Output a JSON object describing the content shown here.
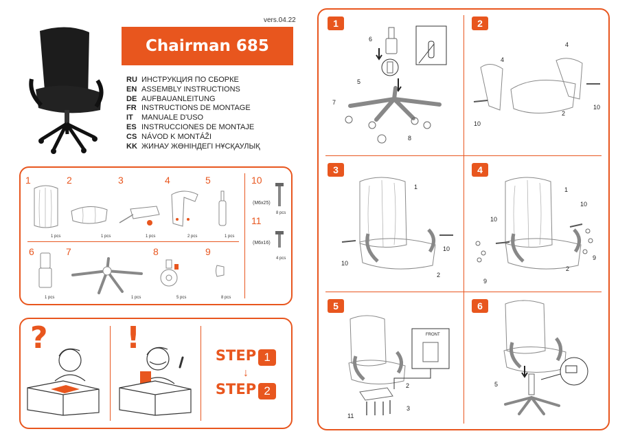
{
  "header": {
    "version": "vers.04.22",
    "title": "Chairman 685",
    "languages": [
      {
        "code": "RU",
        "text": "ИНСТРУКЦИЯ ПО СБОРКЕ"
      },
      {
        "code": "EN",
        "text": "ASSEMBLY INSTRUCTIONS"
      },
      {
        "code": "DE",
        "text": "AUFBAUANLEITUNG"
      },
      {
        "code": "FR",
        "text": "INSTRUCTIONS DE MONTAGE"
      },
      {
        "code": "IT",
        "text": "MANUALE D'USO"
      },
      {
        "code": "ES",
        "text": "INSTRUCCIONES DE MONTAJE"
      },
      {
        "code": "CS",
        "text": "NÁVOD K MONTÁŽI"
      },
      {
        "code": "KK",
        "text": "ЖИНАУ ЖӨНІНДЕГІ НҰСҚАУЛЫҚ"
      }
    ]
  },
  "parts": [
    {
      "num": "1",
      "qty": "1 pcs"
    },
    {
      "num": "2",
      "qty": "1 pcs"
    },
    {
      "num": "3",
      "qty": "1 pcs"
    },
    {
      "num": "4",
      "qty": "2 pcs"
    },
    {
      "num": "5",
      "qty": "1 pcs"
    },
    {
      "num": "6",
      "qty": "1 pcs"
    },
    {
      "num": "7",
      "qty": "1 pcs"
    },
    {
      "num": "8",
      "qty": "5 pcs"
    },
    {
      "num": "9",
      "qty": "8 pcs"
    },
    {
      "num": "10",
      "size": "(M6x25)",
      "qty": "8 pcs"
    },
    {
      "num": "11",
      "size": "(M6x16)",
      "qty": "4 pcs"
    }
  ],
  "hint": {
    "question": "?",
    "exclaim": "!",
    "step_word": "STEP",
    "step_from": "1",
    "arrow": "↓",
    "step_to": "2"
  },
  "steps": [
    {
      "badge": "1",
      "labels": {
        "a": "6",
        "b": "5",
        "c": "7",
        "d": "8"
      }
    },
    {
      "badge": "2",
      "labels": {
        "a": "4",
        "b": "4",
        "c": "10",
        "d": "10",
        "e": "2"
      }
    },
    {
      "badge": "3",
      "labels": {
        "a": "1",
        "b": "10",
        "c": "10",
        "d": "2"
      }
    },
    {
      "badge": "4",
      "labels": {
        "a": "1",
        "b": "10",
        "c": "10",
        "d": "9",
        "e": "9",
        "f": "2"
      }
    },
    {
      "badge": "5",
      "labels": {
        "a": "2",
        "b": "3",
        "c": "11"
      },
      "front": "FRONT"
    },
    {
      "badge": "6",
      "labels": {
        "a": "5"
      }
    }
  ],
  "colors": {
    "accent": "#e8561e"
  }
}
